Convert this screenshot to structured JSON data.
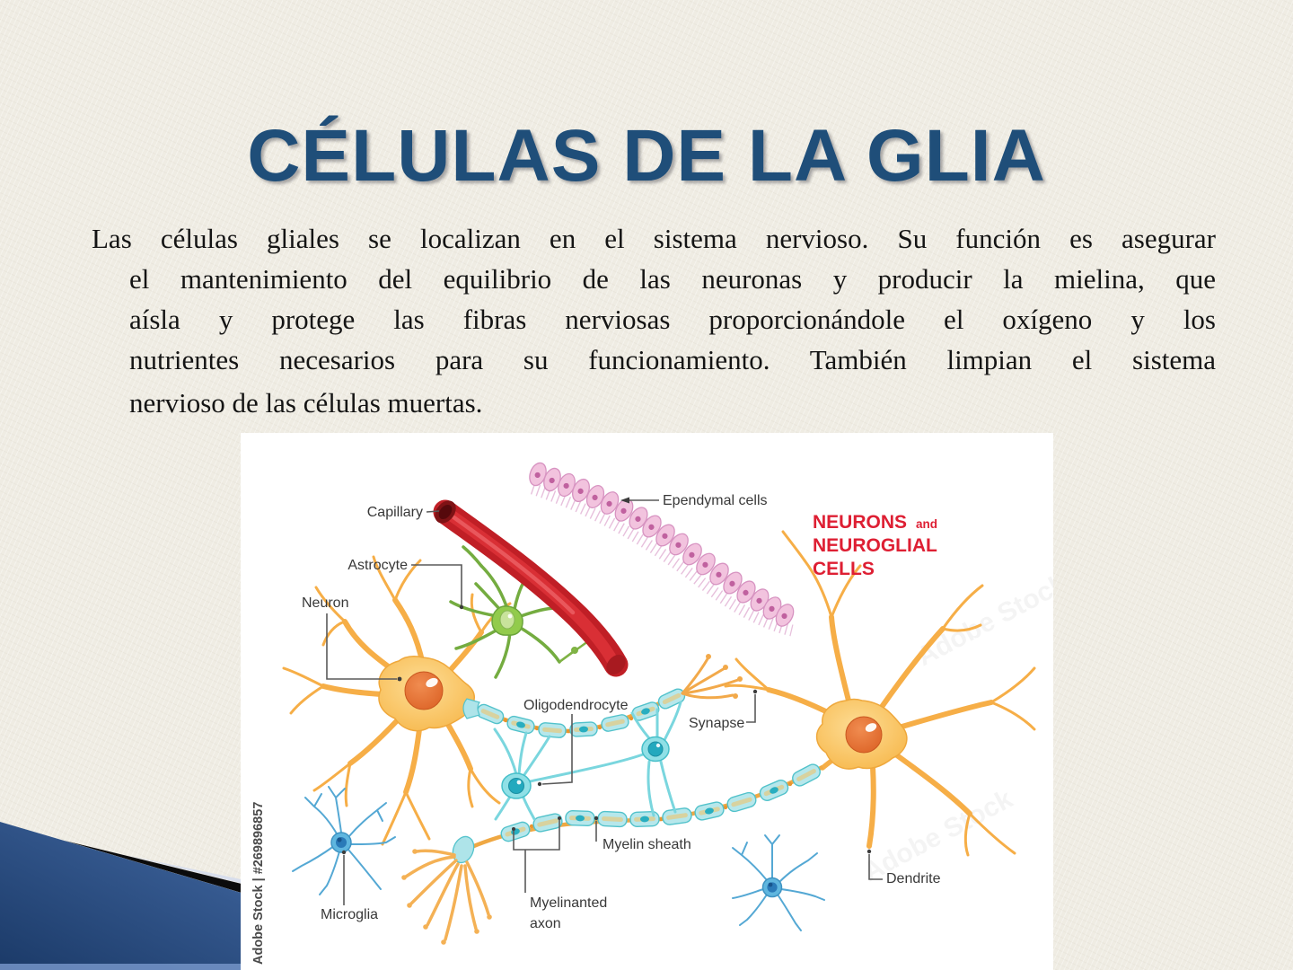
{
  "slide": {
    "title": "CÉLULAS DE LA GLIA",
    "body_lines": [
      "Las células gliales se localizan en el sistema nervioso. Su función es asegurar",
      "el mantenimiento del equilibrio de las neuronas y producir la mielina, que",
      "aísla y protege las fibras nerviosas proporcionándole el oxígeno y los",
      "nutrientes necesarios para su funcionamiento. También limpian el sistema",
      "nervioso de las células muertas."
    ]
  },
  "figure": {
    "heading": {
      "line1": "NEURONS",
      "conj": "and",
      "line2": "NEUROGLIAL",
      "line3": "CELLS"
    },
    "labels": {
      "capillary": "Capillary",
      "astrocyte": "Astrocyte",
      "neuron": "Neuron",
      "ependymal": "Ependymal cells",
      "oligodendrocyte": "Oligodendrocyte",
      "synapse": "Synapse",
      "myelin_sheath": "Myelin sheath",
      "myelinated_axon_line1": "Myelinanted",
      "myelinated_axon_line2": "axon",
      "microglia": "Microglia",
      "dendrite": "Dendrite"
    },
    "watermark": "Adobe Stock | #269896857",
    "ghost_watermark": "Adobe Stock"
  },
  "colors": {
    "title_blue": "#1F4E79",
    "accent_red": "#DE1F33",
    "background_cream": "#EFECE3",
    "swoosh_dark_blue": "#1F4173",
    "swoosh_light_blue": "#5B86C5"
  }
}
